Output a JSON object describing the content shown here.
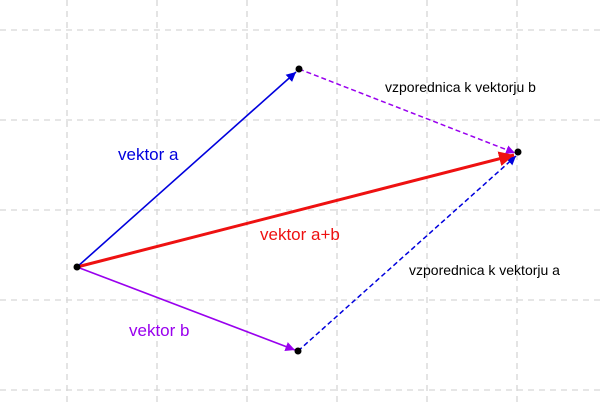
{
  "labels": {
    "vector_a": "vektor a",
    "vector_b": "vektor b",
    "vector_sum": "vektor a+b",
    "parallel_to_b": "vzporednica k vektorju b",
    "parallel_to_a": "vzporednica k vektorju a"
  },
  "colors": {
    "vector_a": "#0000dd",
    "vector_b": "#9900ee",
    "vector_sum": "#ee1111",
    "parallel_to_b": "#9900ee",
    "parallel_to_a": "#0000dd",
    "point": "#000000",
    "grid": "#d6d6d6",
    "label_text": "#000000"
  }
}
